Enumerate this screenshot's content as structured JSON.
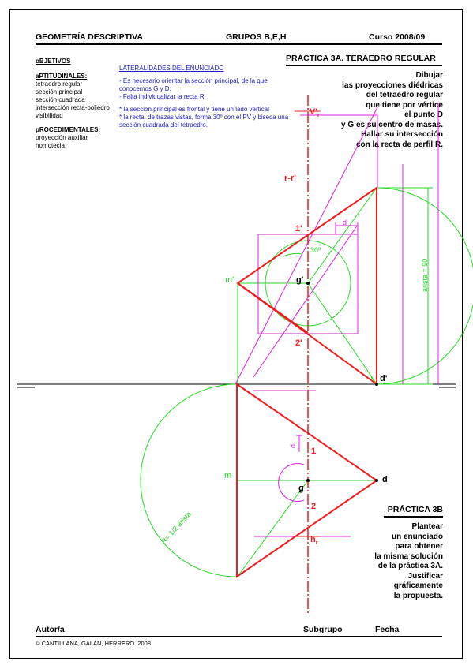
{
  "header": {
    "left": "GEOMETRÍA DESCRIPTIVA",
    "center": "GRUPOS B,E,H",
    "right": "Curso   2008/09",
    "practice_title": "PRÁCTICA 3A. TERAEDRO REGULAR"
  },
  "objectives": {
    "title": "oBJETIVOS",
    "aptitudinal_title": "aPTITUDINALES:",
    "aptitudinal_items": [
      "tetraedro regular",
      "sección principal",
      "sección cuadrada",
      "intersección recta-poliedro",
      "visibilidad"
    ],
    "procedural_title": "pROCEDIMENTALES:",
    "procedural_items": [
      "proyección auxiliar",
      "homotecia"
    ]
  },
  "lateralities": {
    "title": "LATERALIDADES DEL ENUNCIADO",
    "lines": [
      "- Es necesario orientar la sección principal, de la que",
      "conocemos G y D.",
      "- Falta individualizar la recta R.",
      "",
      "* la seccion principal es frontal y tiene un lado vertical",
      "* la recta, de trazas vistas, forma 30º con el PV y biseca una",
      "sección cuadrada del tetraedro."
    ]
  },
  "statement_a": [
    "Dibujar",
    "las proyecciones diédricas",
    "del tetraedro regular",
    "que tiene por vértice",
    "el punto D",
    "y G es su centro de masas.",
    "Hallar su intersección",
    "con la recta de perfil R."
  ],
  "practice_b": {
    "title": "PRÁCTICA 3B",
    "lines": [
      "Plantear",
      "un enunciado",
      "para obtener",
      "la misma solución",
      "de la práctica 3A.",
      "Justificar",
      "gráficamente",
      "la propuesta."
    ]
  },
  "footer": {
    "author_label": "Autor/a",
    "subgroup_label": "Subgrupo",
    "date_label": "Fecha",
    "copyright": "© CANTILLANA, GALÁN, HERRERO.  2008"
  },
  "drawing_labels": {
    "v_trace": "V'",
    "v_trace_sub": "r",
    "line_r": "r-r'",
    "p1p": "1'",
    "p2p": "2'",
    "gp": "g'",
    "mp": "m'",
    "dp": "d'",
    "d_dim": "d",
    "angle": "30º",
    "arista": "arista = 90",
    "g": "g",
    "m": "m",
    "d": "d",
    "p1": "1",
    "p2": "2",
    "d_dim2": "d",
    "h_trace": "h",
    "h_trace_sub": "r",
    "radius": "R= 1/2 arista"
  },
  "colors": {
    "construction": "#22dd22",
    "auxiliary": "#e020e0",
    "solution": "#ee1c1c",
    "text_blue": "#1a1ac8"
  }
}
